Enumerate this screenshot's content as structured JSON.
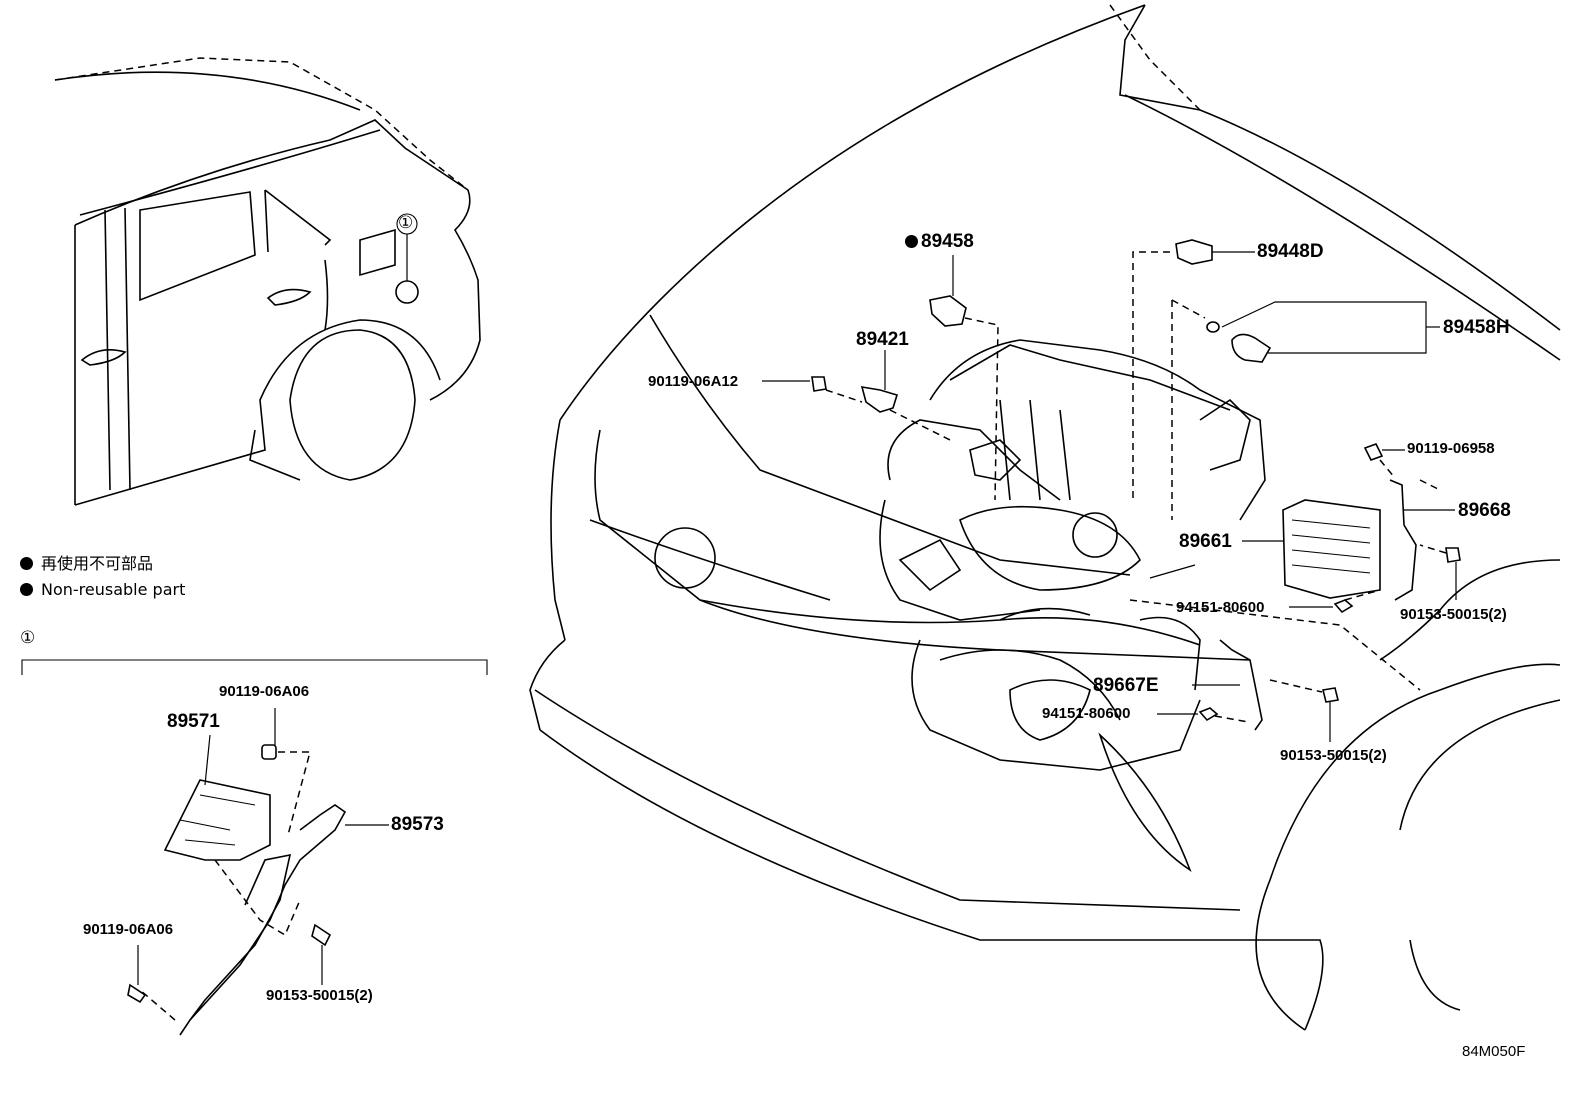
{
  "legend": {
    "line1": "再使用不可部品",
    "line2": "Non-reusable part"
  },
  "callout_marker": "①",
  "detail_marker": "①",
  "parts": {
    "p89458": "89458",
    "p89448D": "89448D",
    "p89458H": "89458H",
    "p89421": "89421",
    "p90119_06A12": "90119-06A12",
    "p90119_06958": "90119-06958",
    "p89668": "89668",
    "p89661": "89661",
    "p94151_80600_a": "94151-80600",
    "p90153_50015_a": "90153-50015(2)",
    "p89667E": "89667E",
    "p94151_80600_b": "94151-80600",
    "p90153_50015_b": "90153-50015(2)",
    "p90119_06A06_a": "90119-06A06",
    "p89571": "89571",
    "p89573": "89573",
    "p90119_06A06_b": "90119-06A06",
    "p90153_50015_c": "90153-50015(2)"
  },
  "diagram_code": "84M050F"
}
